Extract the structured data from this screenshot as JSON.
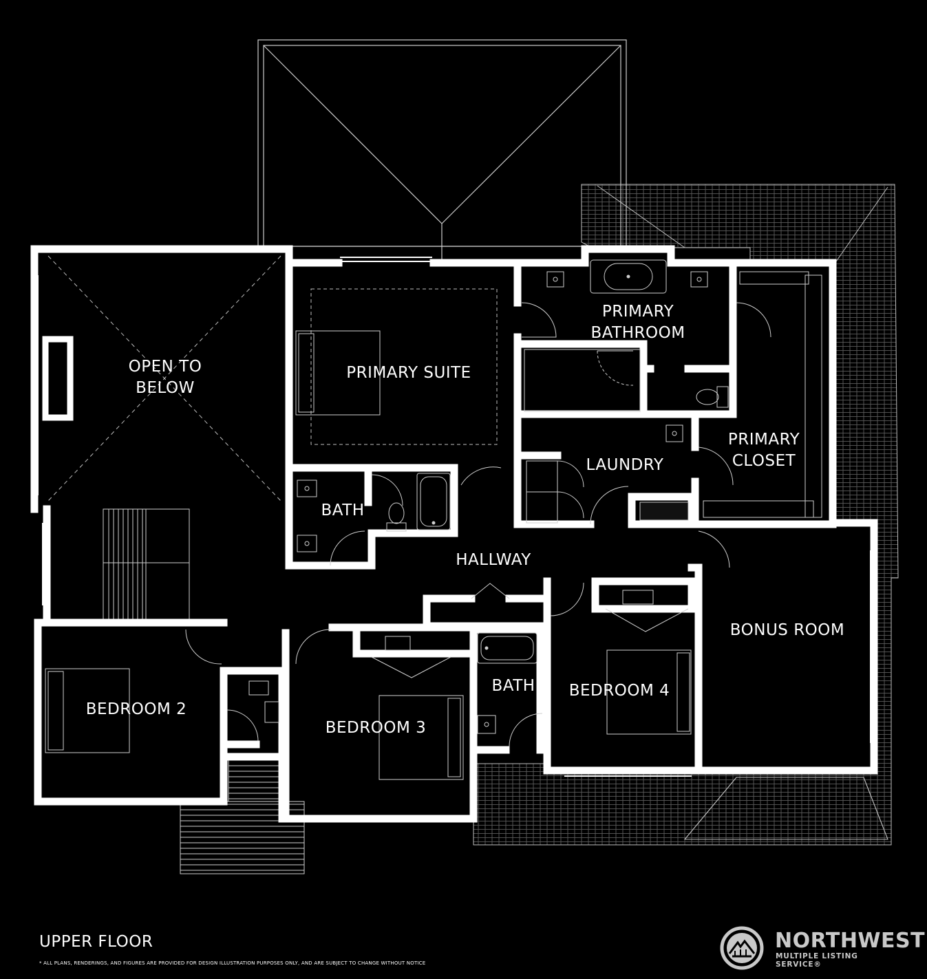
{
  "floor_title": "UPPER FLOOR",
  "disclaimer": "* ALL PLANS, RENDERINGS, AND FIGURES ARE PROVIDED FOR DESIGN ILLUSTRATION PURPOSES ONLY, AND ARE SUBJECT TO CHANGE WITHOUT NOTICE",
  "rooms": {
    "open_to_below": "OPEN TO BELOW",
    "primary_suite": "PRIMARY SUITE",
    "primary_bathroom": "PRIMARY BATHROOM",
    "primary_closet": "PRIMARY CLOSET",
    "laundry": "LAUNDRY",
    "bath_1": "BATH",
    "hallway": "HALLWAY",
    "bonus_room": "BONUS ROOM",
    "bedroom_2": "BEDROOM 2",
    "bedroom_3": "BEDROOM 3",
    "bath_2": "BATH",
    "bedroom_4": "BEDROOM 4"
  },
  "brand": {
    "name": "NORTHWEST",
    "subtitle": "MULTIPLE LISTING SERVICE®",
    "logo_icon": "nwmls-logo-icon"
  },
  "colors": {
    "background": "#000000",
    "wall": "#ffffff",
    "brand_gray": "#c9c9c9"
  }
}
